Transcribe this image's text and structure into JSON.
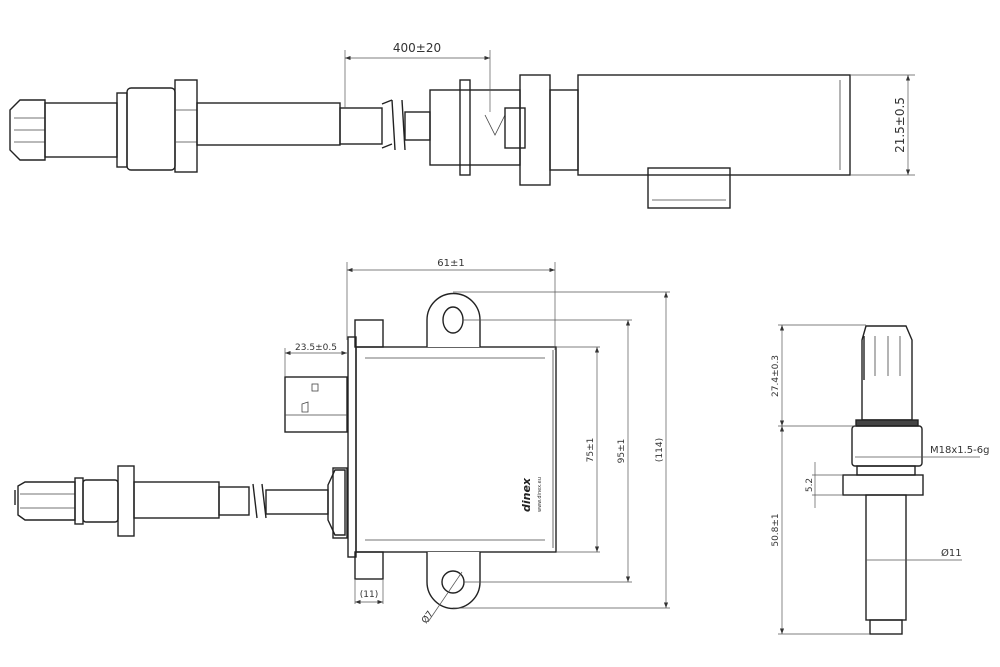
{
  "top_view": {
    "cable_length": "400±20",
    "module_height": "21.5±0.5"
  },
  "module_view": {
    "width": "61±1",
    "connector_offset": "23.5±0.5",
    "body_height": "75±1",
    "hole_spacing": "95±1",
    "overall_height": "(114)",
    "flange_width": "(11)",
    "hole_diameter": "Ø7",
    "logo": "dinex",
    "logo_url": "www.dinex.eu"
  },
  "sensor_view": {
    "tip_length": "27.4±0.3",
    "thread": "M18x1.5-6g",
    "hex_height": "5.2",
    "shaft_length": "50.8±1",
    "shaft_diameter": "Ø11"
  }
}
